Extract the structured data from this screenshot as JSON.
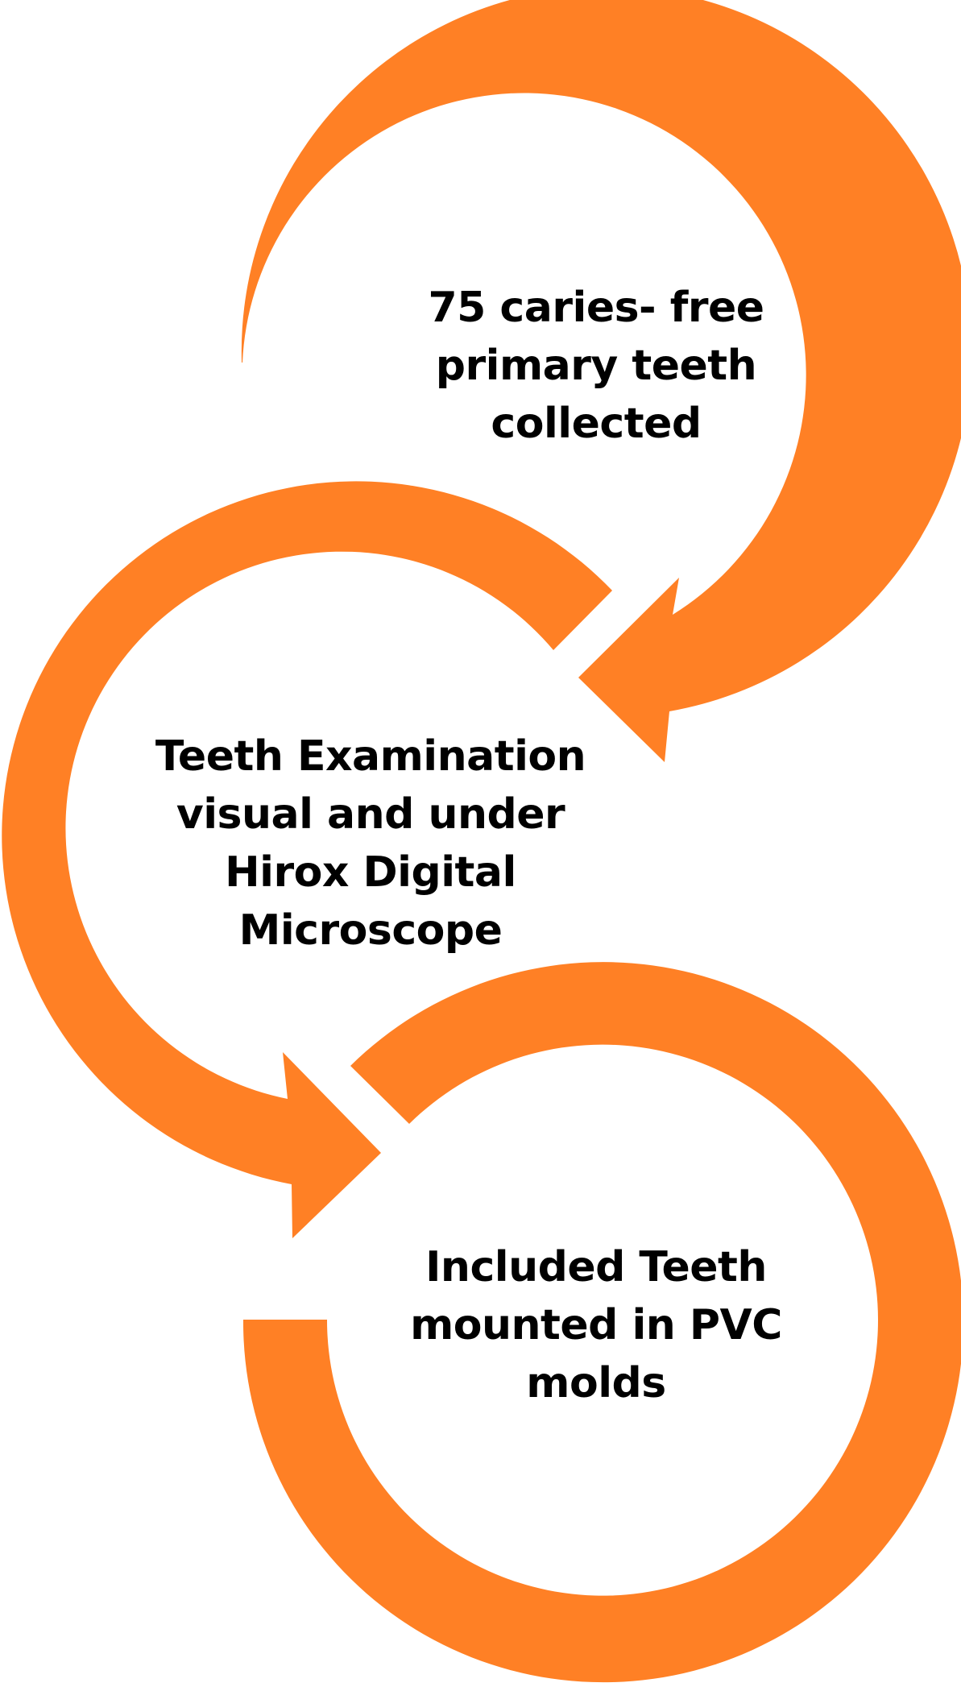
{
  "colors": {
    "arrow": "#FF8025",
    "text": "#000000",
    "background": "#FFFFFF"
  },
  "steps": [
    {
      "lines": [
        "75 caries- free",
        "primary teeth",
        "collected"
      ]
    },
    {
      "lines": [
        "Teeth Examination",
        "visual and under",
        "Hirox Digital",
        "Microscope"
      ]
    },
    {
      "lines": [
        "Included Teeth",
        "mounted in PVC",
        "molds"
      ]
    }
  ]
}
